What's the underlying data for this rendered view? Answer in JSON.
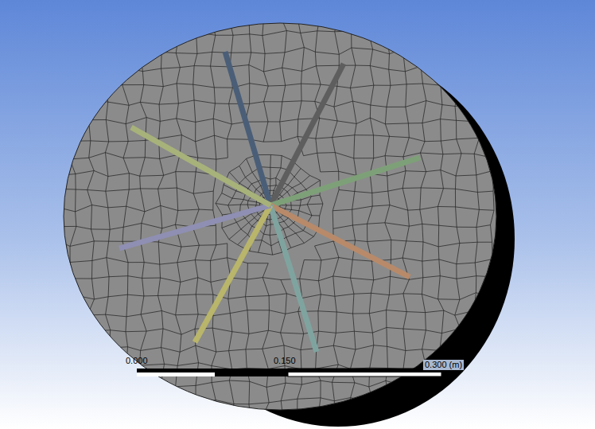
{
  "diagram": {
    "labels": [
      "0.000",
      "0.150",
      "0.300 (m)"
    ]
  }
}
